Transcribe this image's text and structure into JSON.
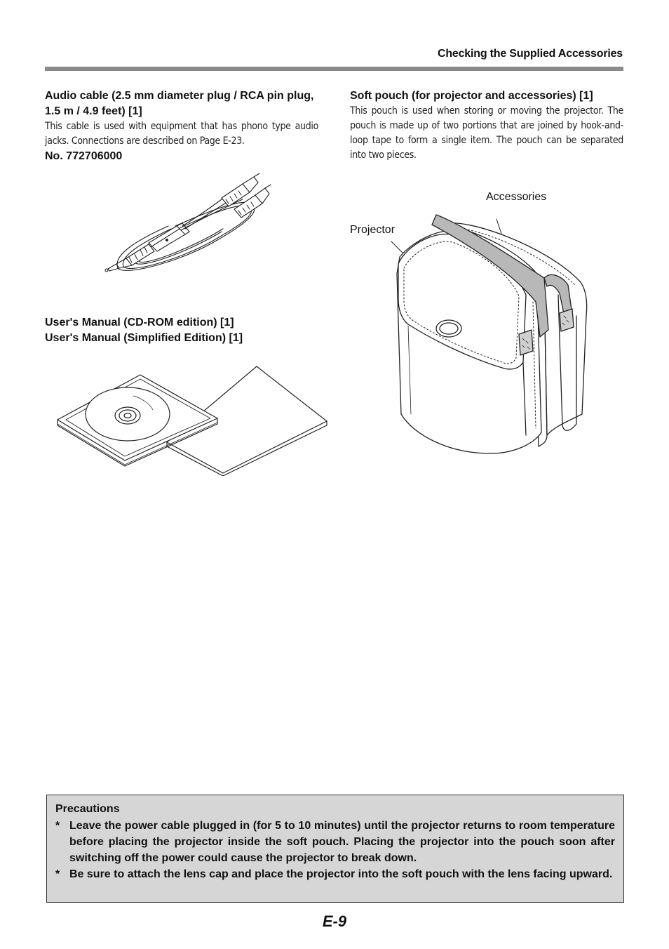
{
  "header": {
    "title": "Checking the Supplied Accessories"
  },
  "audio_cable": {
    "heading": "Audio cable (2.5 mm diameter plug / RCA pin plug, 1.5 m / 4.9 feet) [1]",
    "description": "This cable is used with equipment that has phono type audio jacks. Connections are described on Page E-23.",
    "part_number": "No. 772706000"
  },
  "manuals": {
    "cd_rom": "User's Manual (CD-ROM edition) [1]",
    "simplified": "User's Manual (Simplified Edition) [1]"
  },
  "soft_pouch": {
    "heading": "Soft pouch (for projector and accessories) [1]",
    "description": "This pouch is used when storing or moving the projector. The pouch is made up of two portions that are joined by hook-and-loop tape to form a single item. The pouch can be separated into two pieces.",
    "label_accessories": "Accessories",
    "label_projector": "Projector"
  },
  "precautions": {
    "title": "Precautions",
    "items": [
      {
        "bullet": "*",
        "text": "Leave the power cable plugged in (for 5 to 10 minutes) until the projector returns to room temperature before placing the projector inside the soft pouch. Placing the projector into the pouch soon after switching off the power could cause the projector to break down."
      },
      {
        "bullet": "*",
        "text": "Be sure to attach the lens cap and place the projector into the soft pouch with the lens facing upward."
      }
    ]
  },
  "page_number": "E-9"
}
